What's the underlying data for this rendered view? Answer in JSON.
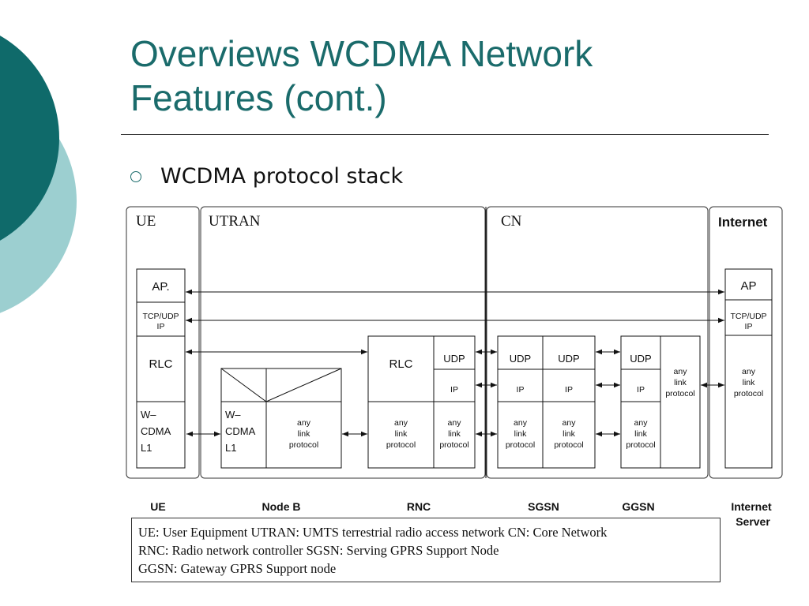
{
  "slide": {
    "title_line1": "Overviews WCDMA Network",
    "title_line2": "Features (cont.)",
    "bullet": "WCDMA protocol stack"
  },
  "colors": {
    "accent_dark": "#0f6a6a",
    "accent_light": "#9ccfd0",
    "title": "#1a6b6b"
  },
  "regions": {
    "ue": "UE",
    "utran": "UTRAN",
    "cn": "CN",
    "internet": "Internet"
  },
  "stack": {
    "ap": "AP.",
    "ap_internet": "AP",
    "tcp_udp": "TCP/UDP",
    "ip": "IP",
    "rlc": "RLC",
    "udp": "UDP",
    "wcdma_l1": [
      "W–",
      "CDMA",
      "L1"
    ],
    "any_link_protocol": [
      "any",
      "link",
      "protocol"
    ]
  },
  "captions": {
    "ue": "UE",
    "node_b": "Node B",
    "rnc": "RNC",
    "sgsn": "SGSN",
    "ggsn": "GGSN",
    "internet_server": [
      "Internet",
      "Server"
    ]
  },
  "legend": {
    "line1": "UE: User Equipment UTRAN: UMTS terrestrial radio access network  CN: Core Network",
    "line2": "RNC: Radio network controller  SGSN: Serving GPRS Support Node",
    "line3": "GGSN: Gateway GPRS Support node"
  }
}
